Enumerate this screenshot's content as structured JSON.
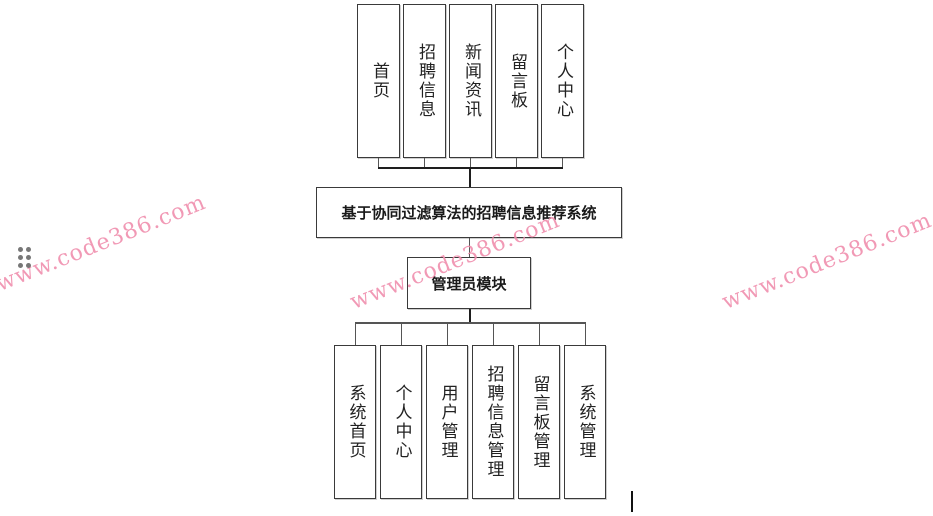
{
  "diagram": {
    "title": "基于协同过滤算法的招聘信息推荐系统",
    "user_modules": [
      {
        "label": "首页"
      },
      {
        "label": "招聘信息"
      },
      {
        "label": "新闻资讯"
      },
      {
        "label": "留言板"
      },
      {
        "label": "个人中心"
      }
    ],
    "admin_module": {
      "label": "管理员模块",
      "children": [
        {
          "label": "系统首页"
        },
        {
          "label": "个人中心"
        },
        {
          "label": "用户管理"
        },
        {
          "label": "招聘信息管理"
        },
        {
          "label": "留言板管理"
        },
        {
          "label": "系统管理"
        }
      ]
    }
  },
  "watermarks": [
    {
      "text": "www.code386.com"
    },
    {
      "text": "www.code386.com"
    },
    {
      "text": "www.code386.com"
    }
  ],
  "icons": {
    "drag_handle": "drag-handle-icon",
    "text_cursor": "text-cursor-icon"
  },
  "colors": {
    "line": "#1e1e1e",
    "box_border": "#3a3a3a",
    "watermark": "#f08fae"
  }
}
